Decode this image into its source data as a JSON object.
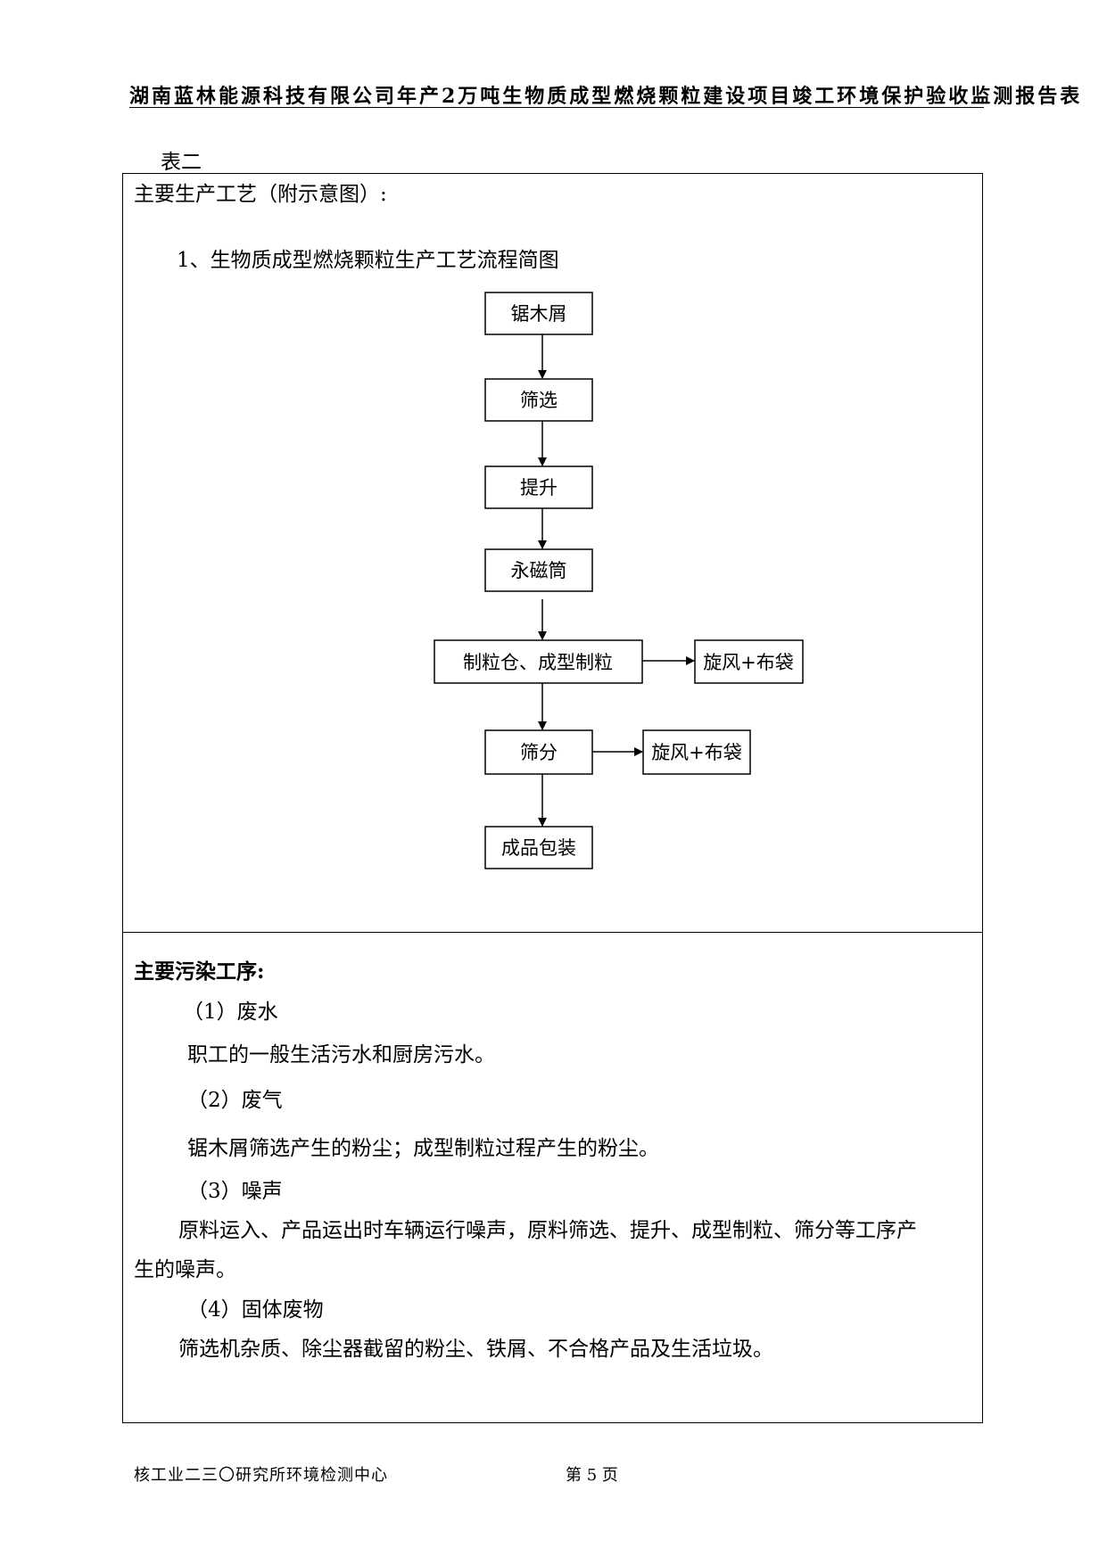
{
  "header": {
    "title": "湖南蓝林能源科技有限公司年产2万吨生物质成型燃烧颗粒建设项目竣工环境保护验收监测报告表"
  },
  "table_label": "表二",
  "process": {
    "heading": "主要生产工艺（附示意图）:",
    "diagram_title": "1、生物质成型燃烧颗粒生产工艺流程简图",
    "steps": [
      "锯木屑",
      "筛选",
      "提升",
      "永磁筒",
      "制粒仓、成型制粒",
      "筛分",
      "成品包装"
    ],
    "side_outputs": [
      "旋风+布袋",
      "旋风+布袋"
    ]
  },
  "pollution": {
    "heading": "主要污染工序:",
    "items": [
      {
        "label": "（1）废水",
        "text": "职工的一般生活污水和厨房污水。"
      },
      {
        "label": "（2）废气",
        "text": "锯木屑筛选产生的粉尘；成型制粒过程产生的粉尘。"
      },
      {
        "label": "（3）噪声",
        "text_line1": "原料运入、产品运出时车辆运行噪声，原料筛选、提升、成型制粒、筛分等工序产",
        "text_line2": "生的噪声。"
      },
      {
        "label": "（4）固体废物",
        "text": "筛选机杂质、除尘器截留的粉尘、铁屑、不合格产品及生活垃圾。"
      }
    ]
  },
  "footer": {
    "org": "核工业二三〇研究所环境检测中心",
    "page": "第 5 页"
  }
}
